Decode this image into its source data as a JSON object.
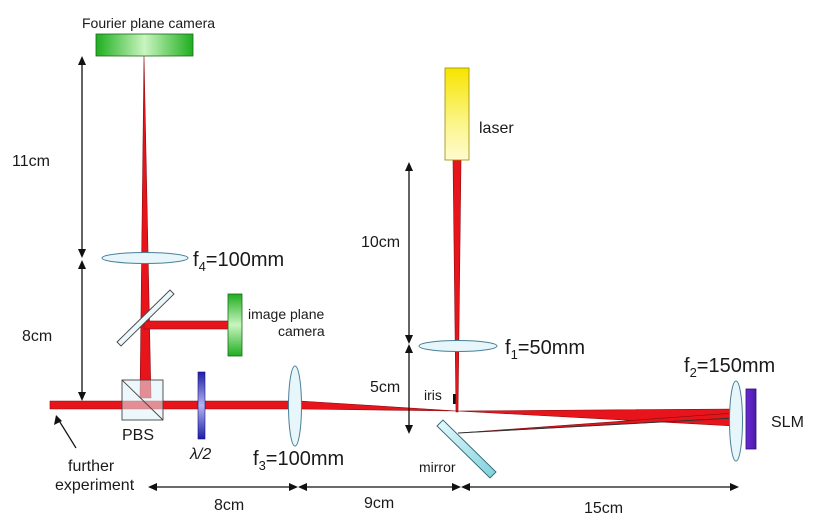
{
  "labels": {
    "fourier_camera": "Fourier plane camera",
    "laser": "laser",
    "image_camera_line1": "image plane",
    "image_camera_line2": "camera",
    "pbs": "PBS",
    "half_wave": "λ/2",
    "iris": "iris",
    "mirror": "mirror",
    "slm": "SLM",
    "further_line1": "further",
    "further_line2": "experiment",
    "f1_base": "f",
    "f1_sub": "1",
    "f1_value": "=50mm",
    "f2_base": "f",
    "f2_sub": "2",
    "f2_value": "=150mm",
    "f3_base": "f",
    "f3_sub": "3",
    "f3_value": "=100mm",
    "f4_base": "f",
    "f4_sub": "4",
    "f4_value": "=100mm"
  },
  "dimensions": {
    "d_11cm": "11cm",
    "d_8cm_vertical": "8cm",
    "d_10cm": "10cm",
    "d_5cm": "5cm",
    "d_8cm_horizontal": "8cm",
    "d_9cm": "9cm",
    "d_15cm": "15cm"
  },
  "colors": {
    "beam": "#e8141c",
    "beam_outline": "#8a0a0e",
    "lens_fill": "#e6f6fb",
    "lens_stroke": "#4a7f96"
  }
}
